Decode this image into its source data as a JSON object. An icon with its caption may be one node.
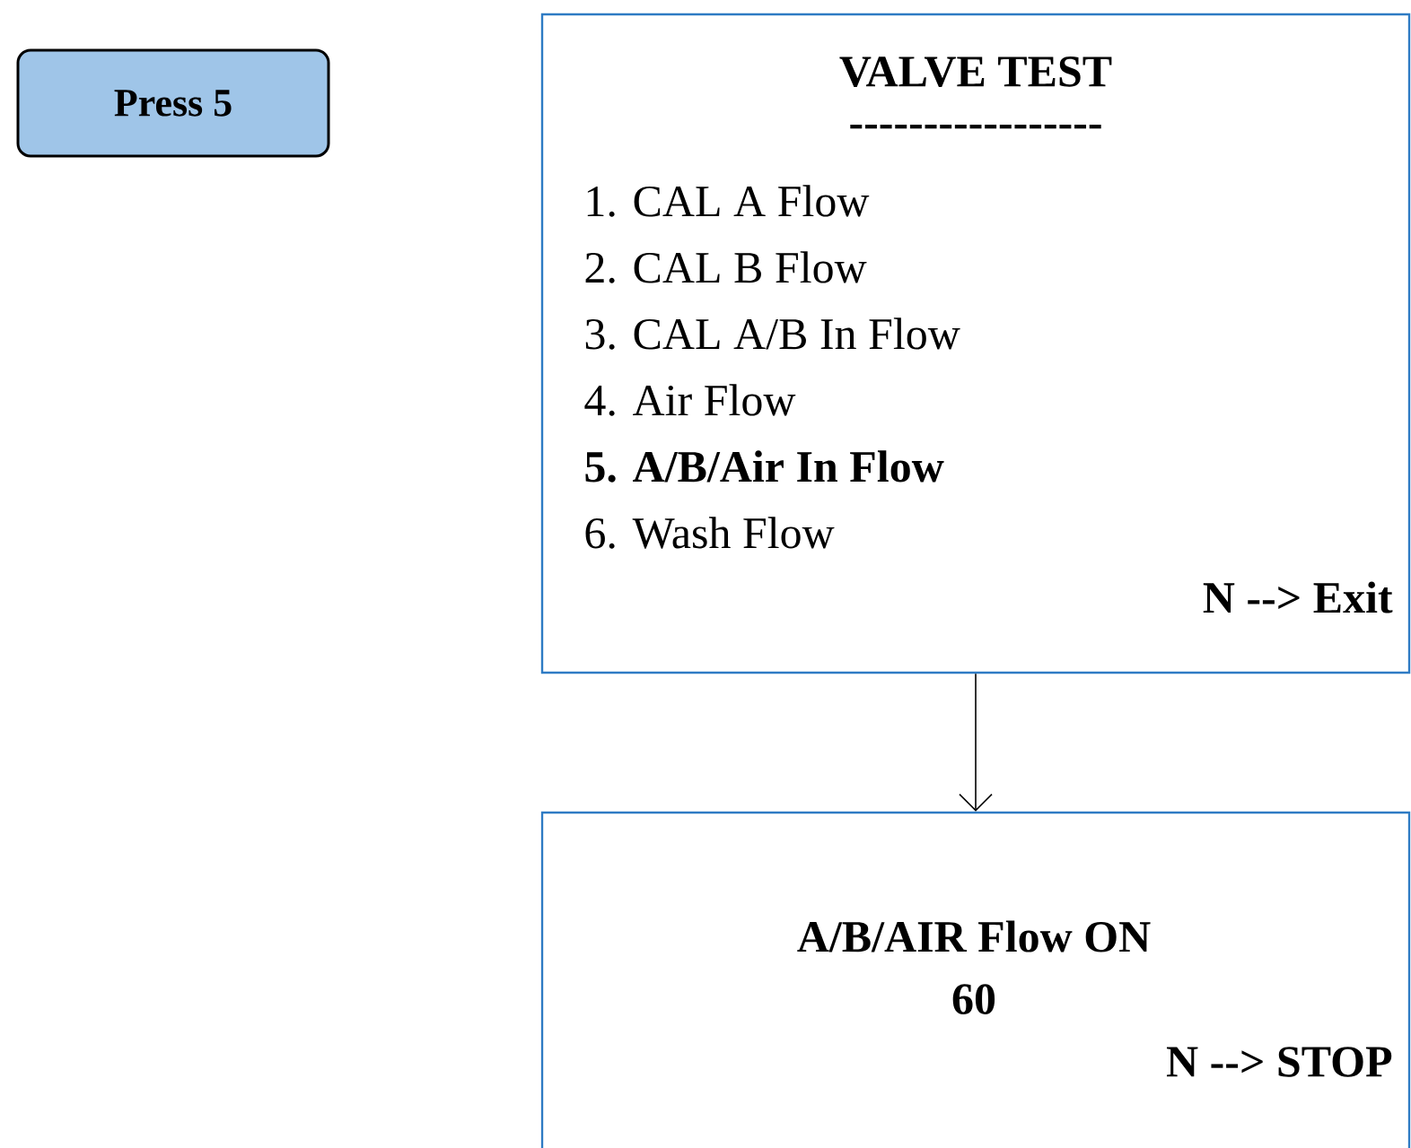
{
  "diagram": {
    "nodes": [
      {
        "text": [
          "Press 5"
        ]
      },
      {
        "text": [
          "VALVE TEST",
          "-----------------",
          "1. CAL A Flow",
          "2. CAL B Flow",
          "3. CAL A/B In Flow",
          "4. Air Flow",
          "**5. A/B/Air In Flow**",
          "6. Wash Flow",
          "N --> Exit"
        ]
      },
      {
        "text": [
          "A/B/AIR Flow ON",
          "60",
          "N --> STOP"
        ]
      }
    ],
    "edges": [
      {
        "from": 1,
        "to": 2,
        "arrow": "to"
      }
    ]
  }
}
